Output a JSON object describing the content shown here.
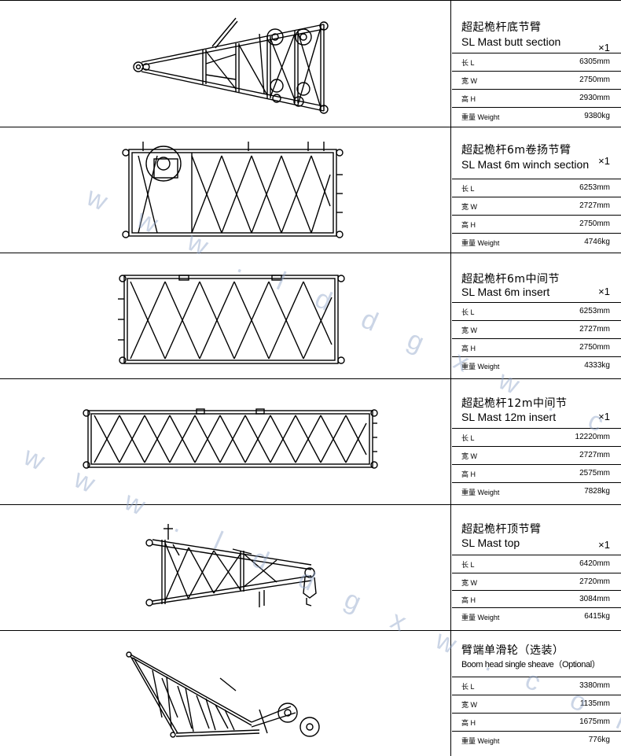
{
  "components": [
    {
      "title_zh": "超起桅杆底节臂",
      "title_en": "SL Mast butt section",
      "qty": "×1",
      "specs": [
        {
          "label": "长 L",
          "value": "6305mm"
        },
        {
          "label": "宽 W",
          "value": "2750mm"
        },
        {
          "label": "高 H",
          "value": "2930mm"
        },
        {
          "label": "重量 Weight",
          "value": "9380kg"
        }
      ]
    },
    {
      "title_zh": "超起桅杆6m卷扬节臂",
      "title_en": "SL Mast 6m winch section",
      "qty": "×1",
      "specs": [
        {
          "label": "长 L",
          "value": "6253mm"
        },
        {
          "label": "宽 W",
          "value": "2727mm"
        },
        {
          "label": "高 H",
          "value": "2750mm"
        },
        {
          "label": "重量 Weight",
          "value": "4746kg"
        }
      ]
    },
    {
      "title_zh": "超起桅杆6m中间节",
      "title_en": "SL Mast 6m insert",
      "qty": "×1",
      "specs": [
        {
          "label": "长 L",
          "value": "6253mm"
        },
        {
          "label": "宽 W",
          "value": "2727mm"
        },
        {
          "label": "高 H",
          "value": "2750mm"
        },
        {
          "label": "重量 Weight",
          "value": "4333kg"
        }
      ]
    },
    {
      "title_zh": "超起桅杆12m中间节",
      "title_en": "SL Mast 12m insert",
      "qty": "×1",
      "specs": [
        {
          "label": "长 L",
          "value": "12220mm"
        },
        {
          "label": "宽 W",
          "value": "2727mm"
        },
        {
          "label": "高 H",
          "value": "2575mm"
        },
        {
          "label": "重量 Weight",
          "value": "7828kg"
        }
      ]
    },
    {
      "title_zh": "超起桅杆顶节臂",
      "title_en": "SL Mast top",
      "qty": "×1",
      "specs": [
        {
          "label": "长 L",
          "value": "6420mm"
        },
        {
          "label": "宽 W",
          "value": "2720mm"
        },
        {
          "label": "高 H",
          "value": "3084mm"
        },
        {
          "label": "重量 Weight",
          "value": "6415kg"
        }
      ]
    },
    {
      "title_zh": "臂端单滑轮（选装）",
      "title_en": "Boom head single sheave（Optional）",
      "qty": "",
      "specs": [
        {
          "label": "长 L",
          "value": "3380mm"
        },
        {
          "label": "宽 W",
          "value": "1135mm"
        },
        {
          "label": "高 H",
          "value": "1675mm"
        },
        {
          "label": "重量 Weight",
          "value": "776kg"
        }
      ]
    }
  ],
  "watermark": "w w w . l d d g x w . c o m"
}
